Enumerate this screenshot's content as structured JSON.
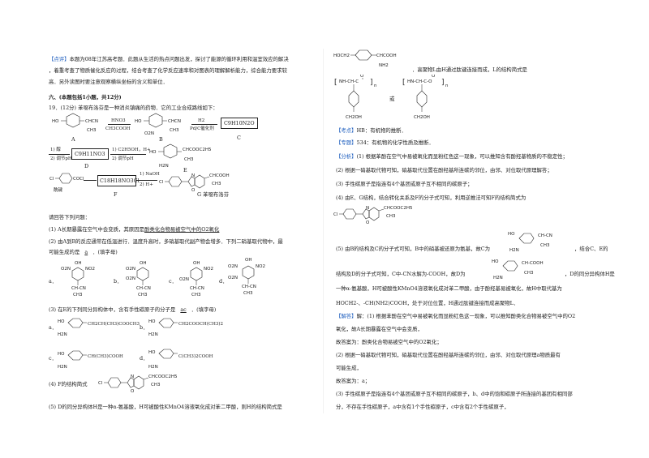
{
  "left": {
    "comment_tag": "【点评】",
    "comment_1": "本题为08年江苏高考题．此题从生活的热点问题出发，探讨了能源的循环利用和温室效应的解决",
    "comment_2": "，着重考查了物质催化反应的过程，结合考查了化学反应速率和对图表的理解解析能力，综合能力要求较",
    "comment_3": "高．另外读图时要注意观察横纵坐标的含义和单位．",
    "section": "六、(本题包括1小题，共12分)",
    "q19": "19．(12分) 苯噁布洛芬是一种消炎镇痛的药物．它的工业合成路线如下：",
    "s_A": "HO-C6H4-CH(CN)CH3",
    "lab_A": "A",
    "r1_top": "HNO3",
    "r1_bot": "CH3COOH",
    "s_B": "HO-C6H3(NO2)-CH(CN)CH3",
    "lab_B": "B",
    "r2_top": "H2",
    "r2_bot": "Pd/C催化剂",
    "s_C": "C9H10N2O",
    "lab_C": "C",
    "r3_a": "1) 醇",
    "r3_b": "2) 调节pH",
    "s_D": "C9H11NO3",
    "lab_D": "D",
    "r4_a": "1) C2H5OH，H+",
    "r4_b": "2) 调节pH",
    "s_E": "HO-C6H3(NH2)-CH(CH3)COOC2H5",
    "lab_E": "E",
    "s_acyl": "Cl-C6H4-COCl",
    "lab_acyl": "酰键",
    "s_F": "C18H18NO3Cl",
    "lab_F": "F",
    "r5_a": "1) NaOH",
    "r5_b": "2) H+",
    "s_G": "Cl-C6H4-苯并噁唑-CH(CH3)COOH",
    "lab_G": "G",
    "lab_G_name": "苯噁布洛芬",
    "ask": "请回答下列问题：",
    "q1_pre": "(1) A长期暴露在空气中会变质，其原因是",
    "q1_ans": "酚类化合物易被空气中的O2氧化",
    "q2a": "(2) 由A到B的反应通常在低温进行．温度升高时，多硝基取代副产物会增多．下列二硝基取代物中，最",
    "q2b": "可能生成的是",
    "q2_ans": "a",
    "q2_tail": "．(填字母)",
    "opt_a": "a．",
    "opt_b": "b．",
    "opt_c": "c．",
    "opt_d": "d．",
    "q3_pre": "(3) 在E的下列同分异构体中，含有手性碳原子的分子是",
    "q3_ans": "ac",
    "q3_tail": "．(填字母)",
    "iso_a": "CH2CH(CH3)COOCH3",
    "iso_b": "CH2COOCH(CH3)2",
    "iso_c": "CH(CH3)COOH",
    "iso_d": "C(CH3)2COOH",
    "q4": "(4) F的结构简式",
    "q5": "(5) D的同分异构体H是一种α-氨基酸，H可被酸性KMnO4溶液氧化成对苯二甲酸，则H的结构简式是"
  },
  "right": {
    "amino": "HOCH2-C6H4-CH(NH2)COOH",
    "r_top": "．高聚物L由H通过肽键连接而成，L的结构简式是",
    "or": "或",
    "kd_tag": "【考点】",
    "kd": "HB：有机物的推断．",
    "zt_tag": "【专题】",
    "zt": "534：有机物的化学性质及推断．",
    "fx_tag": "【分析】",
    "fx1": "(1) 根据苯酚在空气中易被氧化而显粉红色这一现象，可以推知含有酚羟基物质的不稳定性；",
    "fx2": "(2) 根据一硝基取代物可知，硝基取代位置在酚羟基所连碳的邻位，由邻、对位取代原理解答；",
    "fx3": "(3) 手性碳原子是指连有4个基团或原子互不相同的碳原子；",
    "fx4": "(4) 由E、G结构，结合转化关系及F的分子式可知，利用逆推法可知F的结构简式为",
    "fx5": "(5) 由B的结构及C的分子式可知，B中的硝基被还原为氨基，故C为",
    "fx5b": "，结合C、E的",
    "fx6": "结构及D的分子式可知，C中-CN水解为-COOH，故D为",
    "fx6b": "，D的同分异构体H是",
    "fx7": "一种α-氨基酸，H可被酸性KMnO4溶液氧化成对苯二甲酸，由于酚羟基易被氧化，故H中取代基为",
    "fx8": "HOCH2-、-CH(NH2)COOH，处于对位位置，H通过肽键连接而成高聚物L．",
    "jd_tag": "【解答】",
    "jd1": "解：(1) 根据苯酚在空气中易被氧化而显粉红色这一现象，可以推知酚类化合物易被空气中的O2",
    "jd2": "氧化，故A长期暴露在空气中会变质，",
    "jd3": "故答案为：酚类化合物易被空气中的O2氧化；",
    "jd4": "(2) 根据一硝基取代物可知，硝基取代位置在酚羟基所连碳的邻位，由邻、对位取代原理a物质最有",
    "jd5": "可能生成，",
    "jd6": "故答案为：a；",
    "jd7": "(3) 手性碳原子是指连有4个基团或原子互不相同的碳原子，b、d中的饱和碳原子所连接的基团有相同部",
    "jd8": "分，不存在手性碳原子，a中含有1个手性碳原子，c中含有2个手性碳原子，"
  },
  "colors": {
    "blue_tag": "#1f5fbf",
    "text": "#222222"
  }
}
